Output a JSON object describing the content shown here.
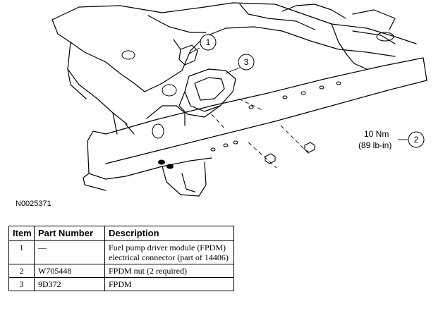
{
  "figure": {
    "id": "N0025371",
    "callouts": [
      {
        "number": "1"
      },
      {
        "number": "3"
      },
      {
        "number": "2"
      }
    ],
    "torque": {
      "nm": "10 Nm",
      "lbin": "(89 lb-in)"
    }
  },
  "table": {
    "headers": {
      "item": "Item",
      "part_number": "Part Number",
      "description": "Description"
    },
    "rows": [
      {
        "item": "1",
        "part_number": "—",
        "description": "Fuel pump driver module (FPDM) electrical connector (part of 14406)"
      },
      {
        "item": "2",
        "part_number": "W705448",
        "description": "FPDM nut (2 required)"
      },
      {
        "item": "3",
        "part_number": "9D372",
        "description": "FPDM"
      }
    ]
  }
}
